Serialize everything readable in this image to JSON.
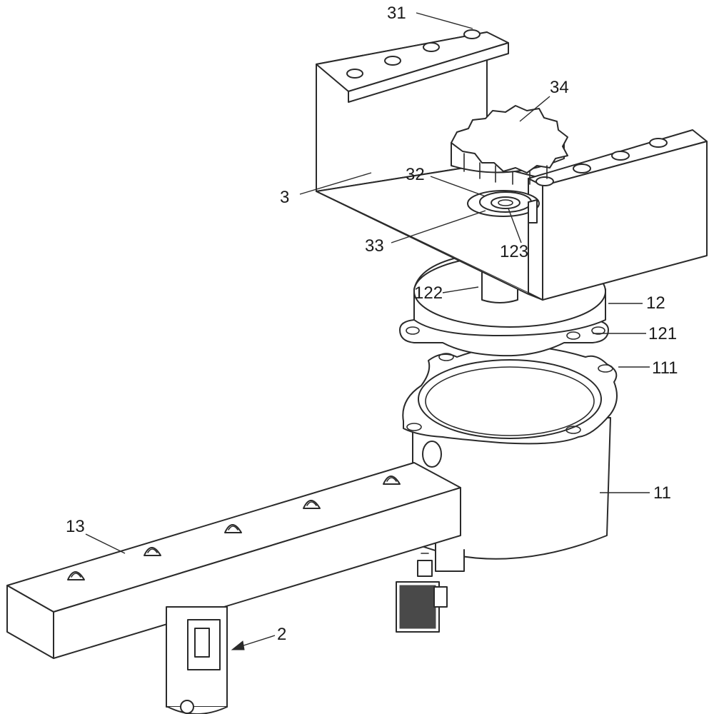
{
  "labels": {
    "l31": "31",
    "l34": "34",
    "l32": "32",
    "l3": "3",
    "l33": "33",
    "l123": "123",
    "l122": "122",
    "l12": "12",
    "l121": "121",
    "l111": "111",
    "l11": "11",
    "l13": "13",
    "l2": "2"
  }
}
